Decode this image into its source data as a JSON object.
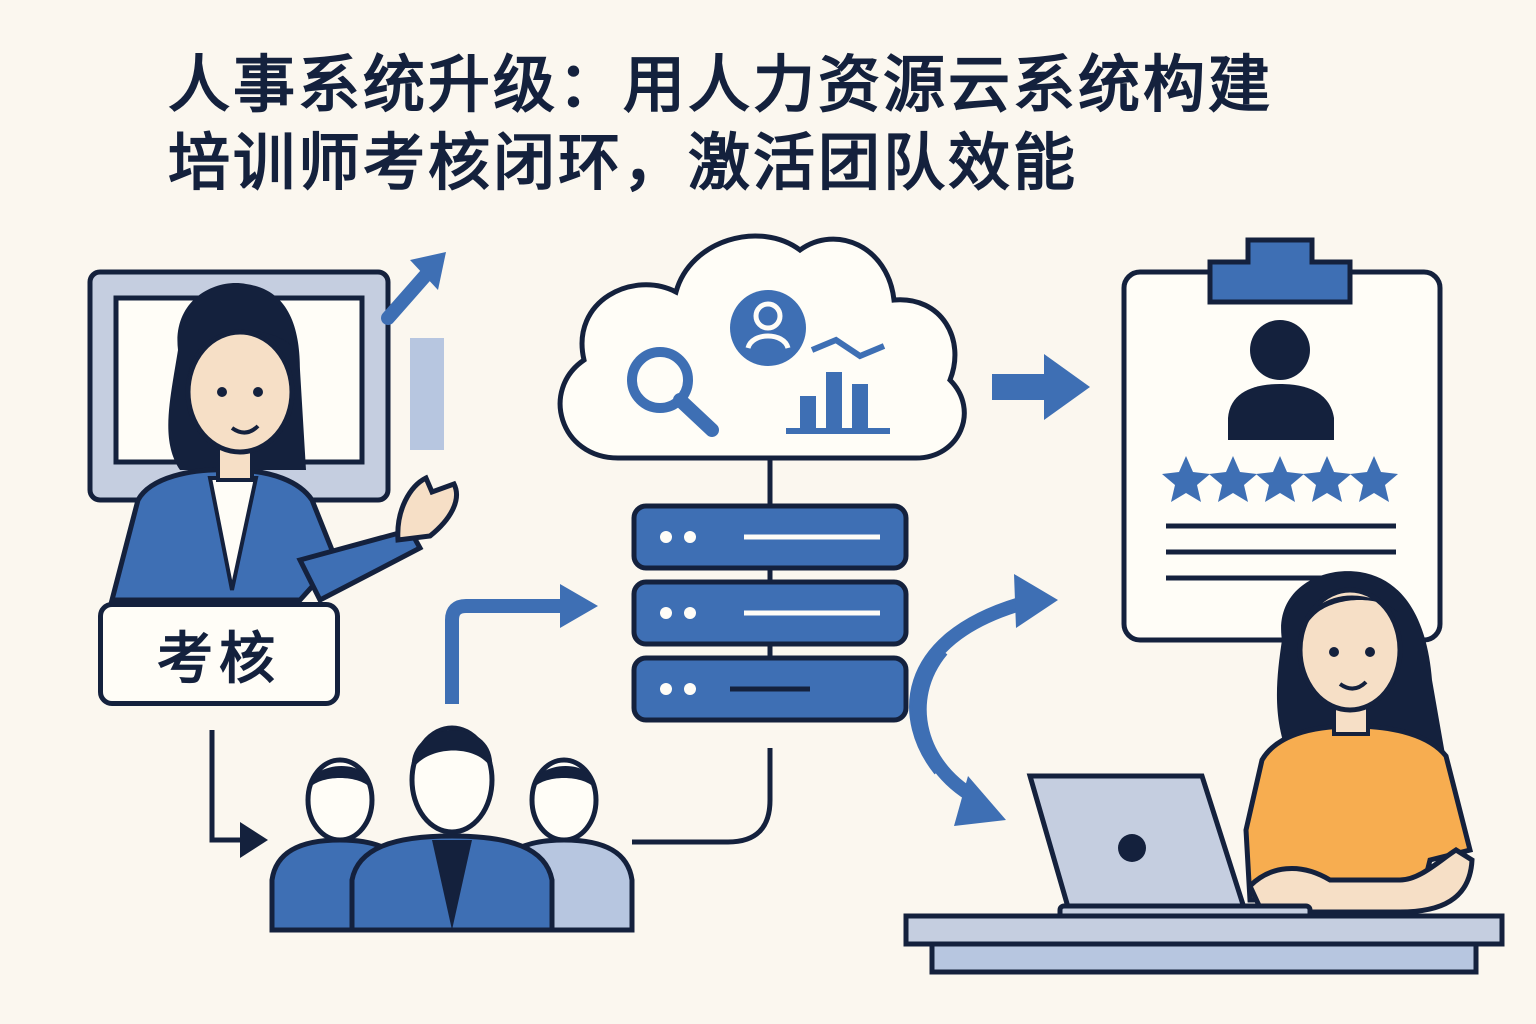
{
  "title": {
    "line1": "人事系统升级：用人力资源云系统构建",
    "line2": "培训师考核闭环，激活团队效能"
  },
  "trainer": {
    "label": "考核"
  },
  "colors": {
    "background": "#fbf7ef",
    "outline": "#14213d",
    "primary_blue": "#3e6fb4",
    "light_blue": "#b7c6e0",
    "skin": "#f6dfc6",
    "orange": "#f7ad50",
    "laptop_gray": "#c5cee0"
  },
  "icons": [
    "magnifier-icon",
    "user-icon",
    "bar-chart-icon",
    "server-icon",
    "star-icon",
    "profile-icon"
  ],
  "rating": {
    "stars": 5
  }
}
